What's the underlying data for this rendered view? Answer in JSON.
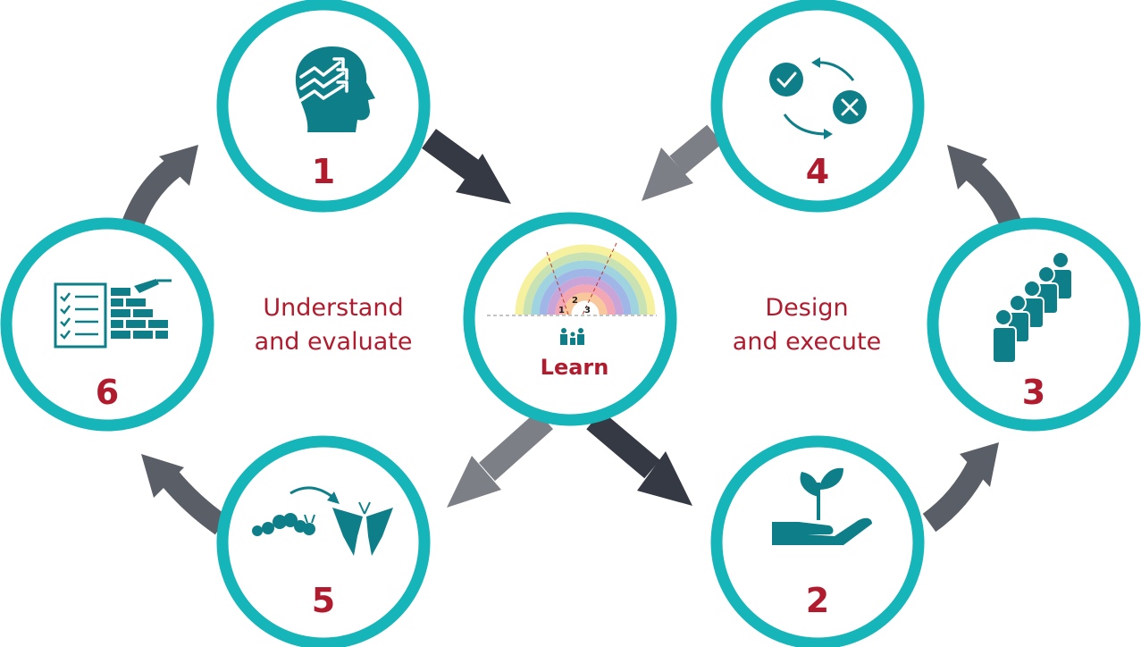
{
  "center": {
    "label": "Learn",
    "sections": [
      "1",
      "2",
      "3"
    ]
  },
  "steps": [
    {
      "number": "1",
      "icon": "head-growth-icon"
    },
    {
      "number": "2",
      "icon": "hand-seedling-icon"
    },
    {
      "number": "3",
      "icon": "people-row-icon"
    },
    {
      "number": "4",
      "icon": "check-cross-cycle-icon"
    },
    {
      "number": "5",
      "icon": "caterpillar-butterfly-icon"
    },
    {
      "number": "6",
      "icon": "checklist-bricks-icon"
    }
  ],
  "left_label": {
    "line1": "Understand",
    "line2": "and evaluate"
  },
  "right_label": {
    "line1": "Design",
    "line2": "and execute"
  },
  "colors": {
    "ring": "#15b5b9",
    "icon": "#0e7f88",
    "number": "#b01b2e",
    "label": "#b01b2e",
    "arrow_dark": "#353944",
    "arrow_gray": "#7c7f86",
    "arrow_mid": "#5a5e66"
  }
}
